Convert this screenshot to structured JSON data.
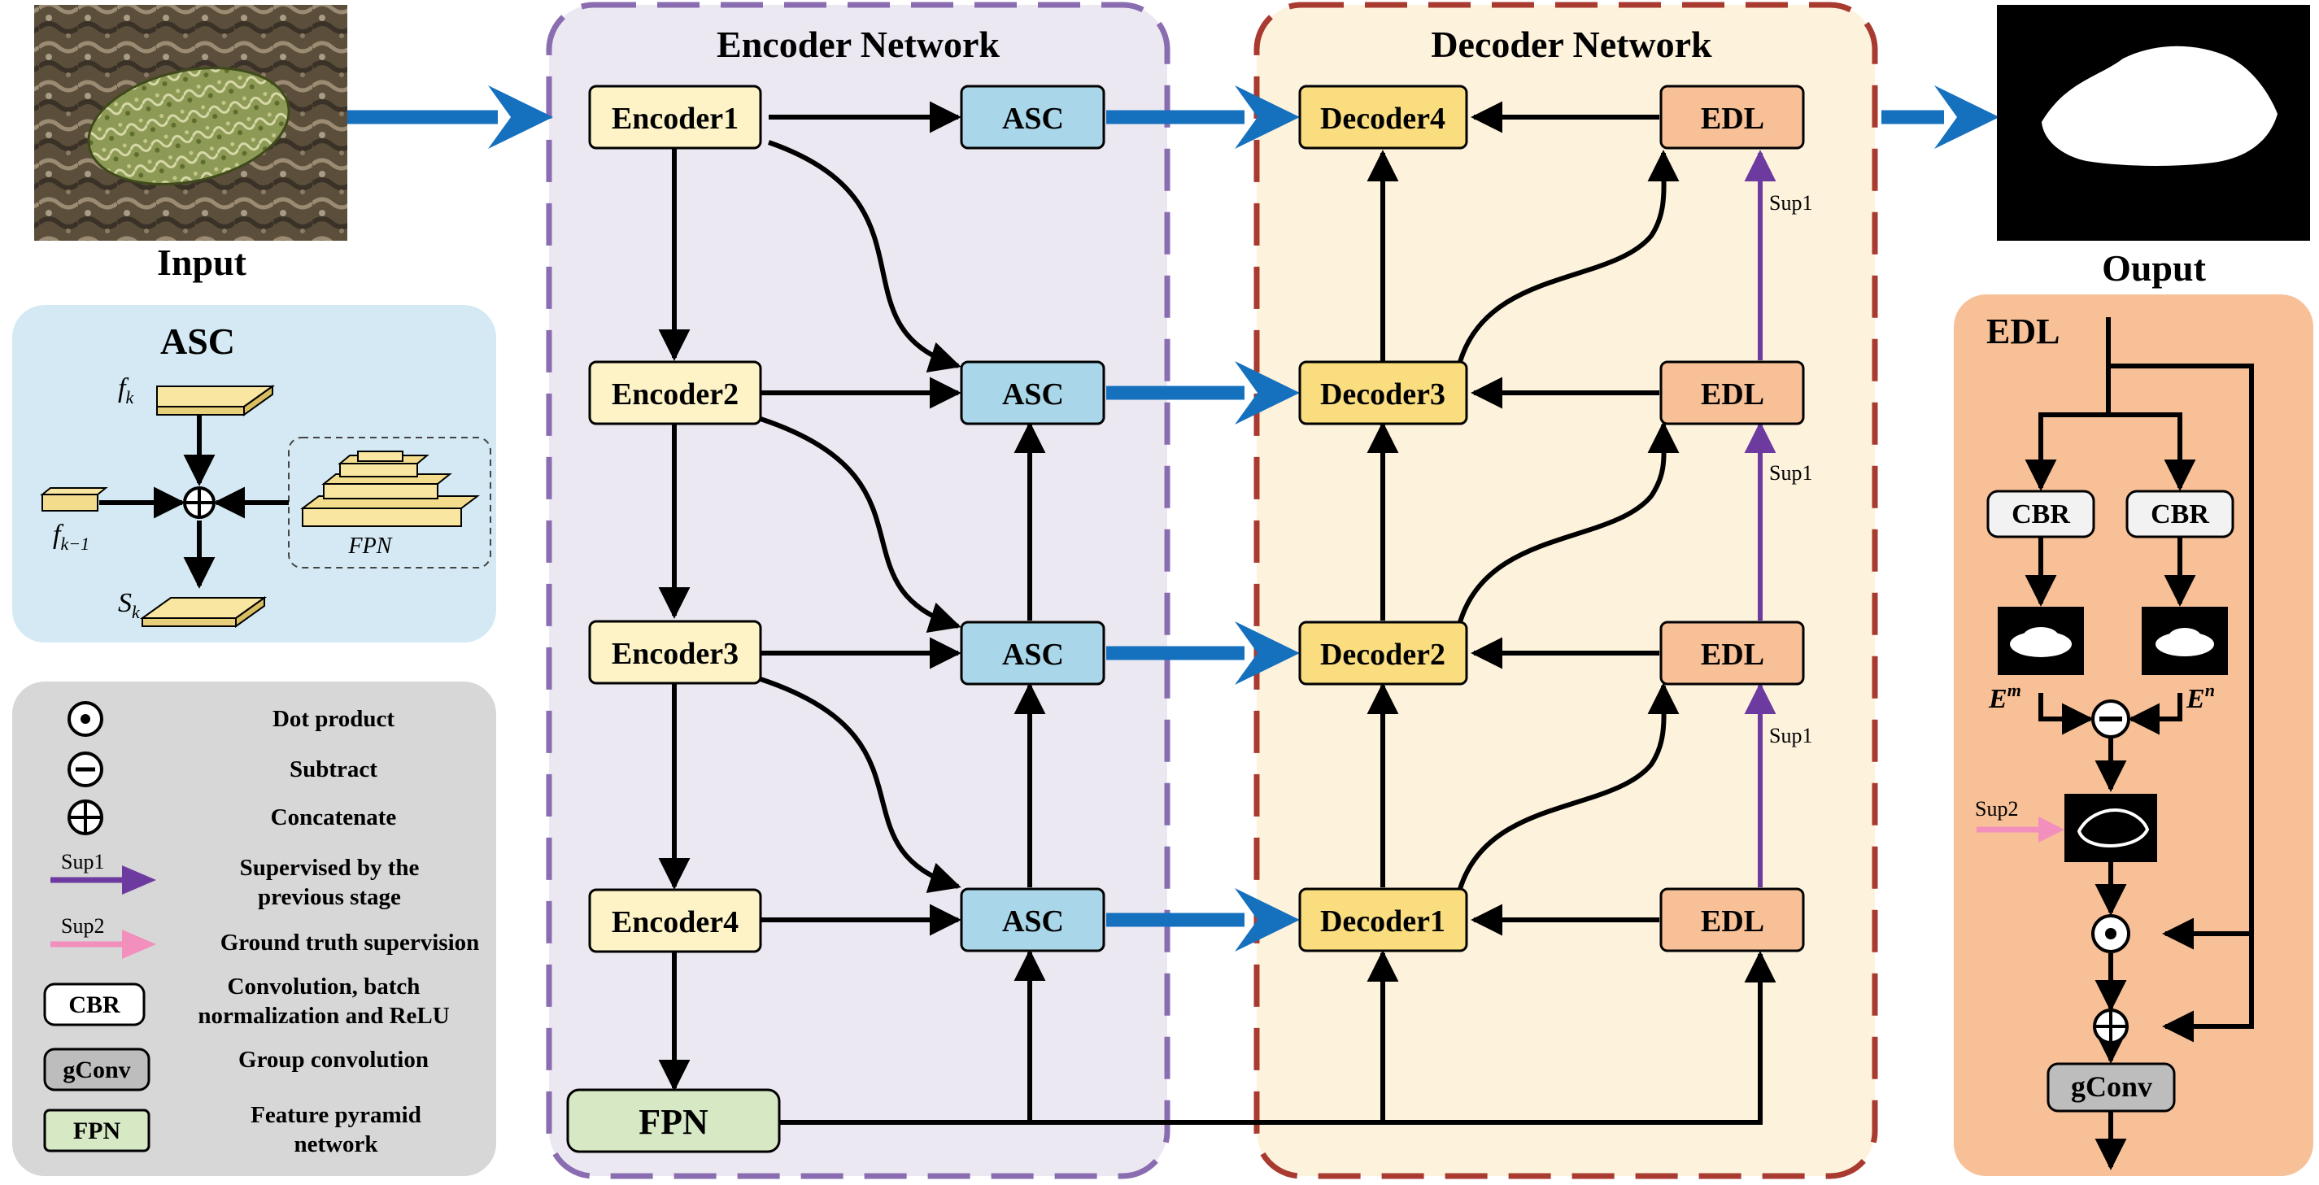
{
  "input": {
    "label": "Input"
  },
  "output": {
    "label": "Ouput"
  },
  "encoder_panel": {
    "title": "Encoder Network",
    "encoders": [
      "Encoder1",
      "Encoder2",
      "Encoder3",
      "Encoder4"
    ],
    "asc_label": "ASC",
    "fpn_label": "FPN"
  },
  "decoder_panel": {
    "title": "Decoder Network",
    "decoders": [
      "Decoder4",
      "Decoder3",
      "Decoder2",
      "Decoder1"
    ],
    "edl_label": "EDL",
    "sup_label": "Sup1"
  },
  "asc_inset": {
    "title": "ASC",
    "fk": "f",
    "fk_sub": "k",
    "fk1": "f",
    "fk1_sub": "k−1",
    "sk": "S",
    "sk_sub": "k",
    "fpn": "FPN"
  },
  "legend": {
    "dot": "Dot product",
    "subtract": "Subtract",
    "concat": "Concatenate",
    "sup1_tag": "Sup1",
    "sup1_l1": "Supervised by the",
    "sup1_l2": "previous stage",
    "sup2_tag": "Sup2",
    "sup2_text": "Ground truth supervision",
    "cbr_tag": "CBR",
    "cbr_l1": "Convolution, batch",
    "cbr_l2": "normalization and ReLU",
    "gconv_tag": "gConv",
    "gconv_text": "Group convolution",
    "fpn_tag": "FPN",
    "fpn_l1": "Feature pyramid",
    "fpn_l2": "network"
  },
  "edl_inset": {
    "title": "EDL",
    "cbr": "CBR",
    "em": "E",
    "em_sup": "m",
    "en": "E",
    "en_sup": "n",
    "sup2": "Sup2",
    "gconv": "gConv"
  },
  "colors": {
    "blue_arrow": "#1570be",
    "purple": "#6d3aa0",
    "pink": "#f28fbd",
    "encoder_fill": "#fdf3c7",
    "asc_fill": "#a9d6e8",
    "decoder_fill": "#f9dd7e",
    "edl_fill": "#f7c097",
    "fpn_fill": "#d7e8c4",
    "encoder_panel_bg": "#ece8f1",
    "decoder_panel_bg": "#fdf2dc"
  }
}
